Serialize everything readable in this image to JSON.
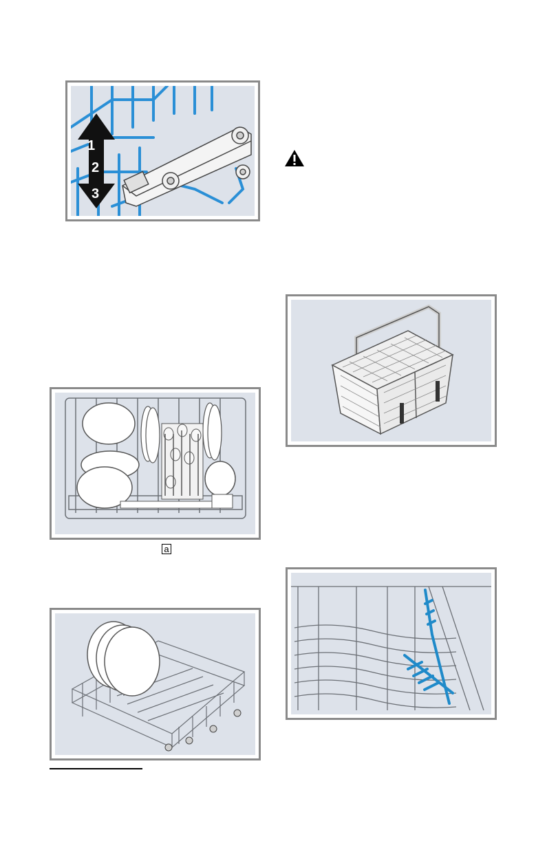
{
  "figure_label": "a",
  "rack_height_positions": [
    "1",
    "2",
    "3"
  ],
  "colors": {
    "panel": "#dde2ea",
    "frame": "#8a8a8a",
    "rack_blue": "#2a8fd6",
    "accent_blue": "#1f8ac9",
    "line": "#6b6f75"
  },
  "icons": {
    "warning": "warning-triangle-icon"
  }
}
